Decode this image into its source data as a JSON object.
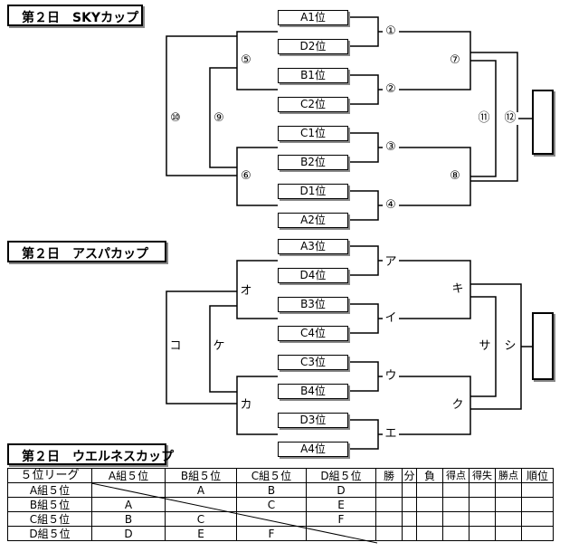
{
  "sky": {
    "title": "第２日　SKYカップ",
    "teams": [
      "A1位",
      "D2位",
      "B1位",
      "C2位",
      "C1位",
      "B2位",
      "D1位",
      "A2位"
    ],
    "marks": [
      "①",
      "②",
      "③",
      "④",
      "⑤",
      "⑥",
      "⑦",
      "⑧",
      "⑨",
      "⑩",
      "⑪",
      "⑫"
    ]
  },
  "aspa": {
    "title": "第２日　アスパカップ",
    "teams": [
      "A3位",
      "D4位",
      "B3位",
      "C4位",
      "C3位",
      "B4位",
      "D3位",
      "A4位"
    ],
    "marks": [
      "ア",
      "イ",
      "ウ",
      "エ",
      "オ",
      "カ",
      "キ",
      "ク",
      "ケ",
      "コ",
      "サ",
      "シ"
    ]
  },
  "uel": {
    "title": "第２日　ウエルネスカップ",
    "header": [
      "５位リーグ",
      "A組５位",
      "B組５位",
      "C組５位",
      "D組５位",
      "勝",
      "分",
      "負",
      "得点",
      "得失",
      "勝点",
      "順位"
    ],
    "rows": [
      {
        "label": "A組５位",
        "cells": [
          "",
          "A",
          "B",
          "D"
        ]
      },
      {
        "label": "B組５位",
        "cells": [
          "A",
          "",
          "C",
          "E"
        ]
      },
      {
        "label": "C組５位",
        "cells": [
          "B",
          "C",
          "",
          "F"
        ]
      },
      {
        "label": "D組５位",
        "cells": [
          "D",
          "E",
          "F",
          ""
        ]
      }
    ]
  }
}
